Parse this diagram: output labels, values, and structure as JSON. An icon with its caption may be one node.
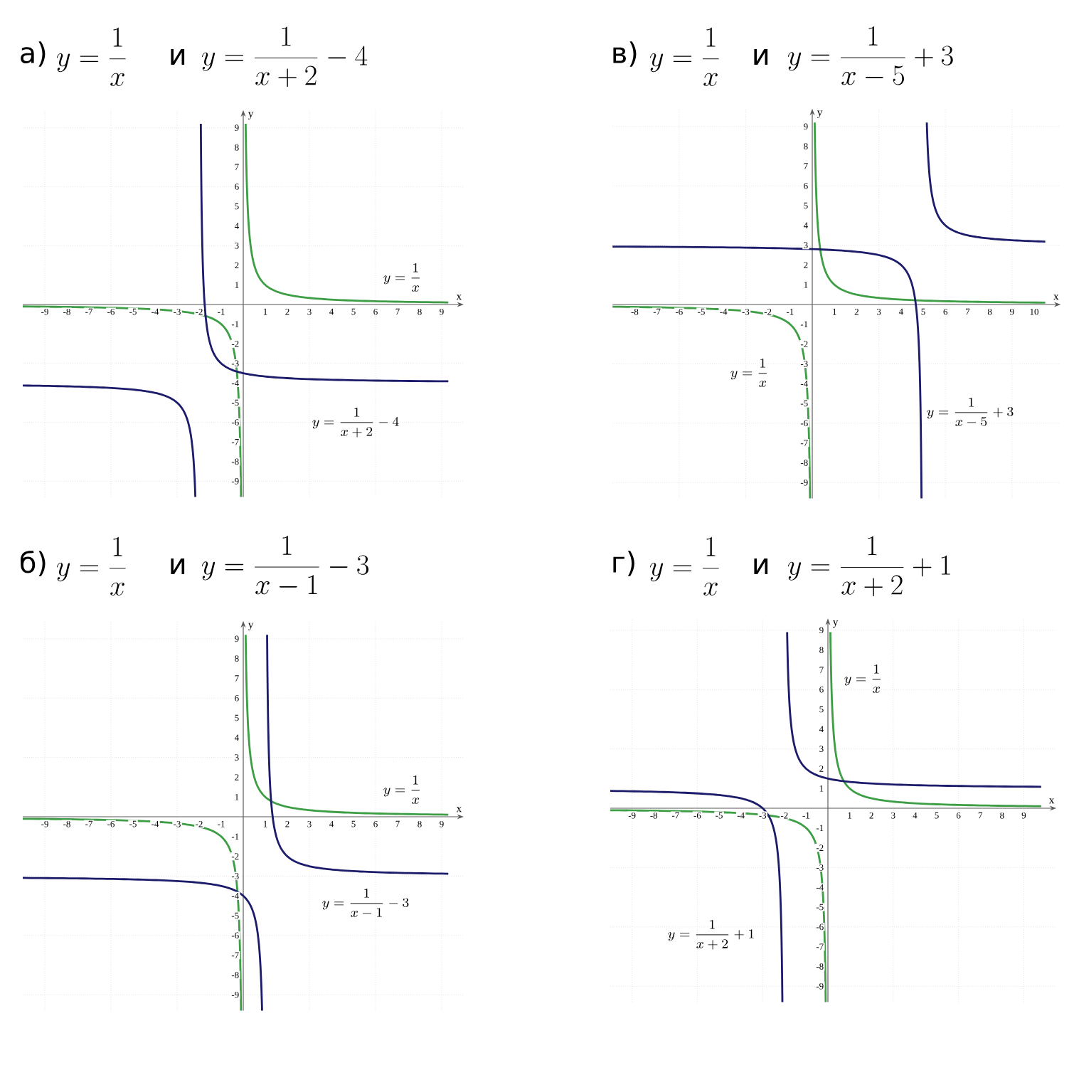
{
  "diagram": {
    "labels": [
      "а)",
      "y=\\frac{1}{x}",
      "и",
      "y=\\frac{1}{x+2}-4",
      "y=\\frac{1}{x}",
      "y=\\frac{1}{x+2}-4",
      "x",
      "y",
      "-9",
      "-8",
      "-7",
      "-6",
      "-5",
      "-4",
      "-3",
      "-2",
      "-1",
      "1",
      "2",
      "3",
      "4",
      "5",
      "6",
      "7",
      "8",
      "9",
      "9",
      "8",
      "7",
      "6",
      "5",
      "4",
      "3",
      "2",
      "1",
      "-1",
      "-2",
      "-3",
      "-4",
      "-5",
      "-6",
      "-7",
      "-8",
      "-9",
      "в)",
      "y=\\frac{1}{x}",
      "и",
      "y=\\frac{1}{x-5}+3",
      "y=\\frac{1}{x}",
      "y=\\frac{1}{x-5}+3",
      "x",
      "y",
      "-8",
      "-7",
      "-6",
      "-5",
      "-4",
      "-3",
      "-2",
      "-1",
      "1",
      "2",
      "3",
      "4",
      "5",
      "6",
      "7",
      "8",
      "9",
      "10",
      "9",
      "8",
      "7",
      "6",
      "5",
      "4",
      "3",
      "2",
      "1",
      "-1",
      "-2",
      "-3",
      "-4",
      "-5",
      "-6",
      "-7",
      "-8",
      "-9",
      "б)",
      "y=\\frac{1}{x}",
      "и",
      "y=\\frac{1}{x-1}-3",
      "y=\\frac{1}{x}",
      "y=\\frac{1}{x-1}-3",
      "x",
      "y",
      "-9",
      "-8",
      "-7",
      "-6",
      "-5",
      "-4",
      "-3",
      "-2",
      "-1",
      "1",
      "2",
      "3",
      "4",
      "5",
      "6",
      "7",
      "8",
      "9",
      "9",
      "8",
      "7",
      "6",
      "5",
      "4",
      "3",
      "2",
      "1",
      "-1",
      "-2",
      "-3",
      "-4",
      "-5",
      "-6",
      "-7",
      "-8",
      "-9",
      "г)",
      "y=\\frac{1}{x}",
      "и",
      "y=\\frac{1}{x+2}+1",
      "y=\\frac{1}{x}",
      "y=\\frac{1}{x+2}+1",
      "x",
      "y",
      "-9",
      "-8",
      "-7",
      "-6",
      "-5",
      "-4",
      "-3",
      "-2",
      "-1",
      "1",
      "2",
      "3",
      "4",
      "5",
      "6",
      "7",
      "8",
      "9",
      "9",
      "8",
      "7",
      "6",
      "5",
      "4",
      "3",
      "2",
      "1",
      "-1",
      "-2",
      "-3",
      "-4",
      "-5",
      "-6",
      "-7",
      "-8",
      "-9"
    ]
  }
}
